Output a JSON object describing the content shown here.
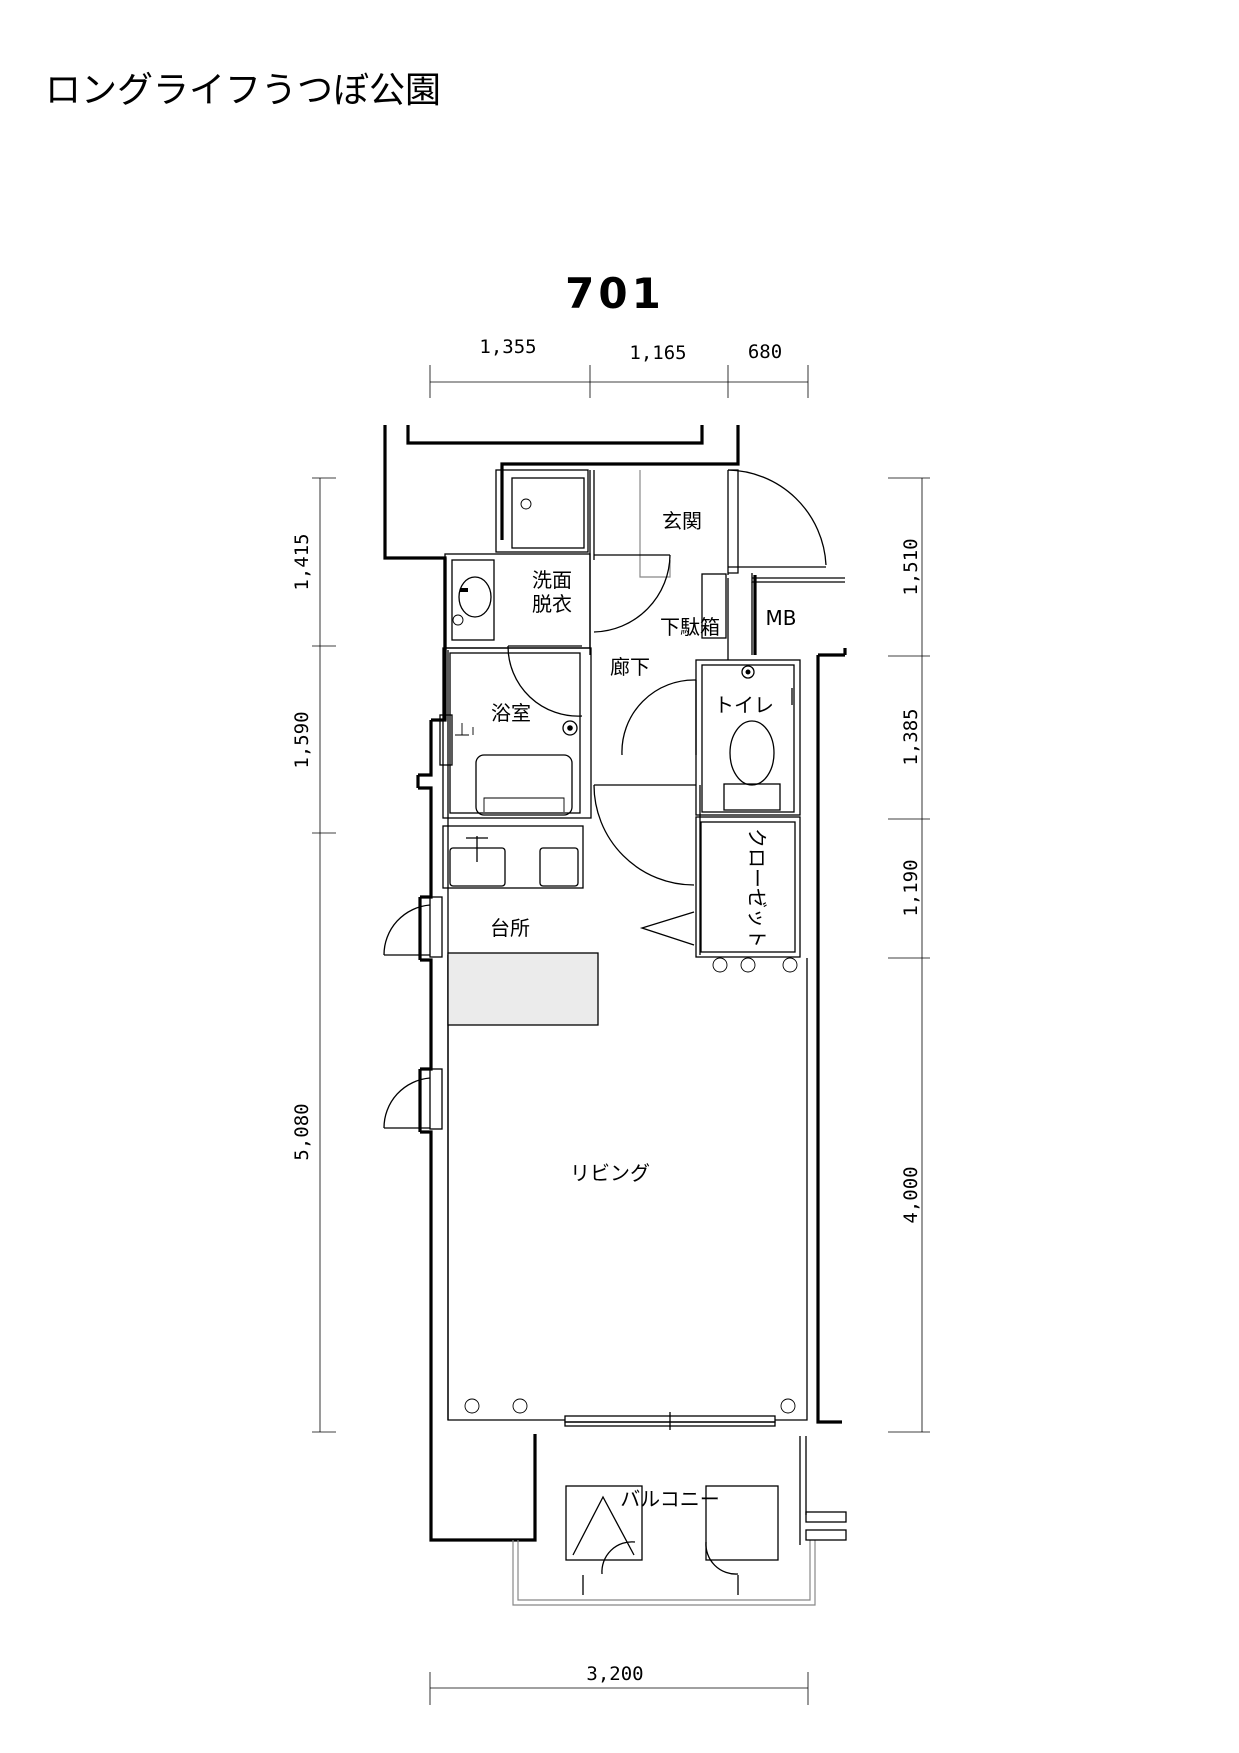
{
  "title": "ロングライフうつぼ公園",
  "unit_number": "701",
  "dimensions": {
    "top": [
      "1,355",
      "1,165",
      "680"
    ],
    "left": [
      "1,415",
      "1,590",
      "5,080"
    ],
    "right": [
      "1,510",
      "1,385",
      "1,190",
      "4,000"
    ],
    "bottom": "3,200"
  },
  "rooms": {
    "entrance": "玄関",
    "washroom_line1": "洗面",
    "washroom_line2": "脱衣",
    "shoe_box": "下駄箱",
    "meter_box": "MB",
    "hallway": "廊下",
    "bathroom": "浴室",
    "toilet": "トイレ",
    "closet": "クローゼット",
    "kitchen": "台所",
    "living": "リビング",
    "balcony": "バルコニー"
  }
}
